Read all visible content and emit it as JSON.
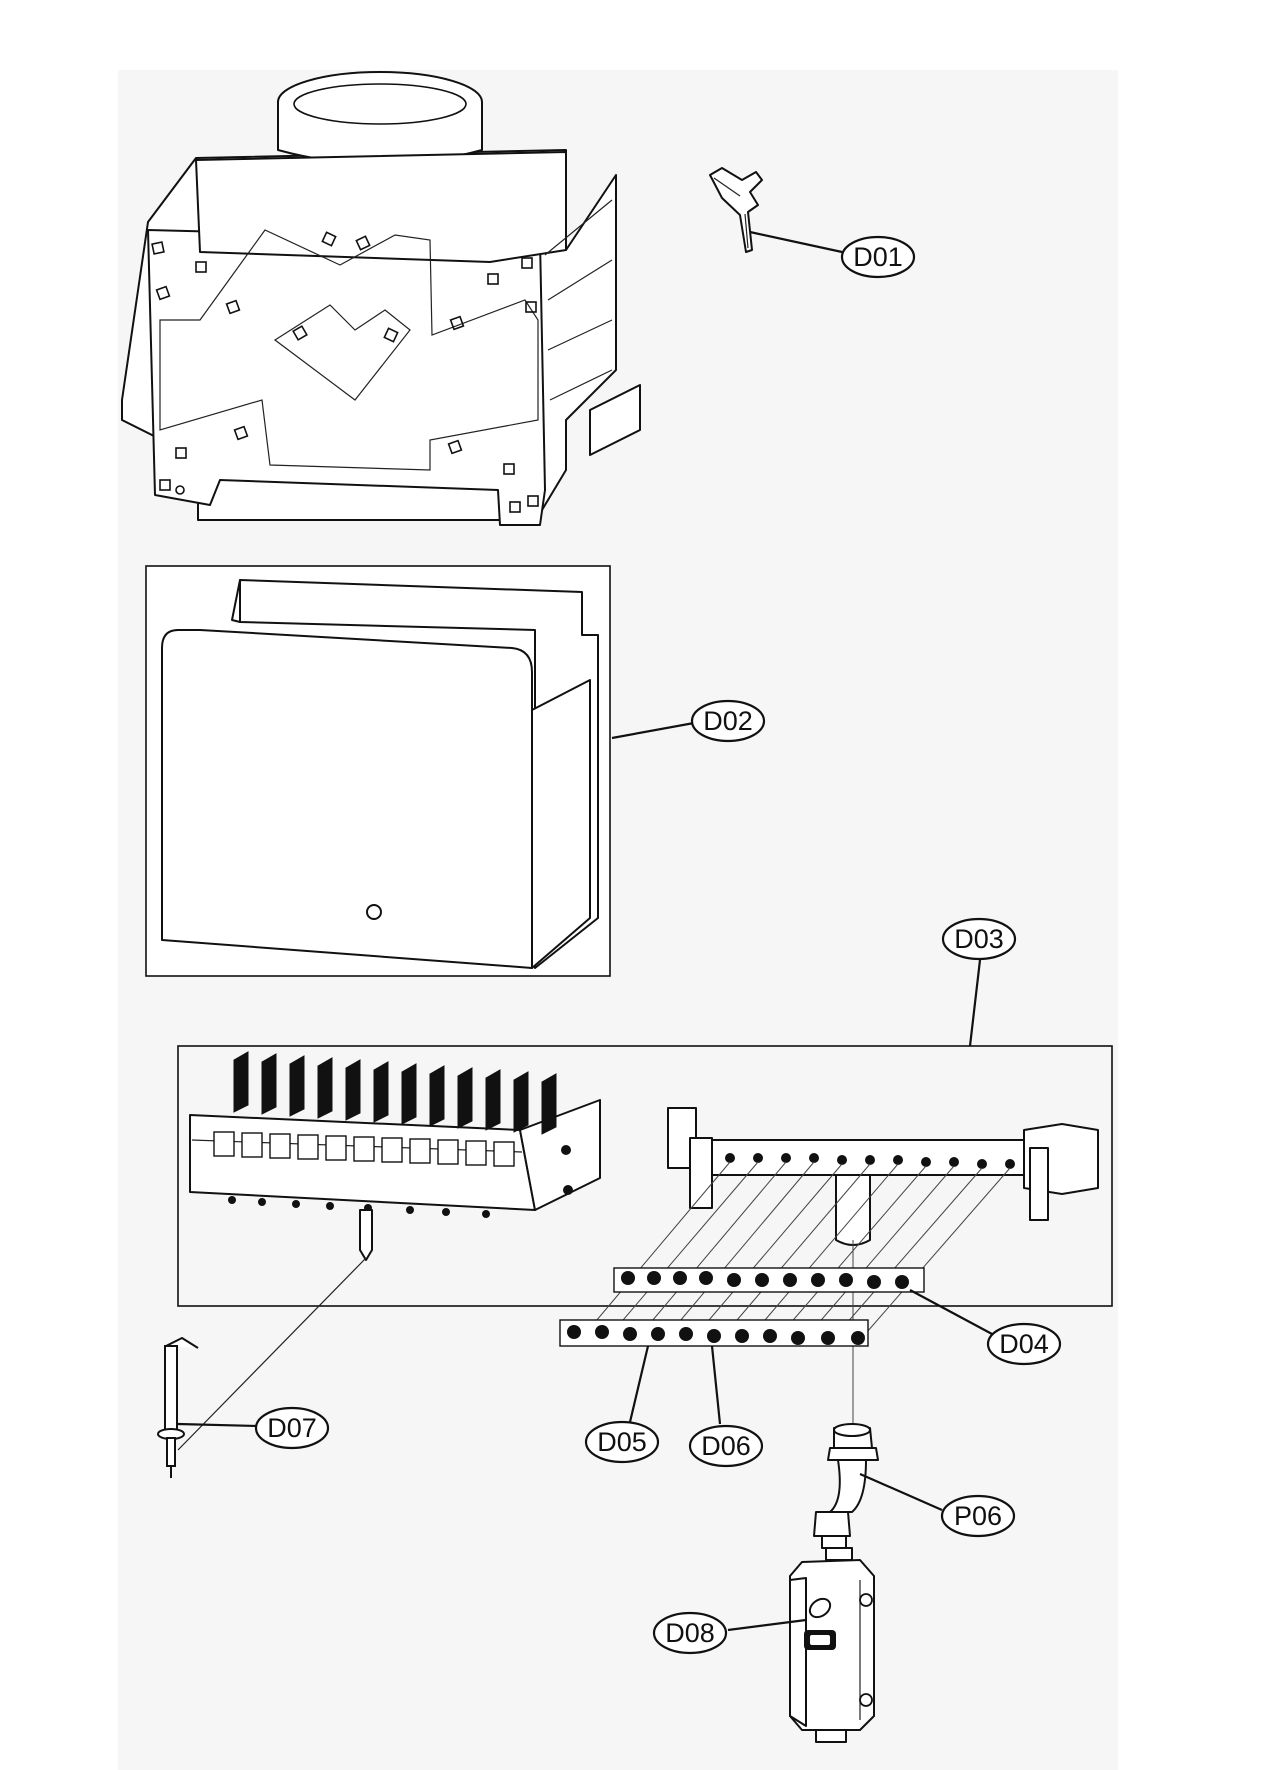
{
  "callouts": {
    "d01": "D01",
    "d02": "D02",
    "d03": "D03",
    "d04": "D04",
    "d05": "D05",
    "d06": "D06",
    "d07": "D07",
    "d08": "D08",
    "p06": "P06"
  }
}
